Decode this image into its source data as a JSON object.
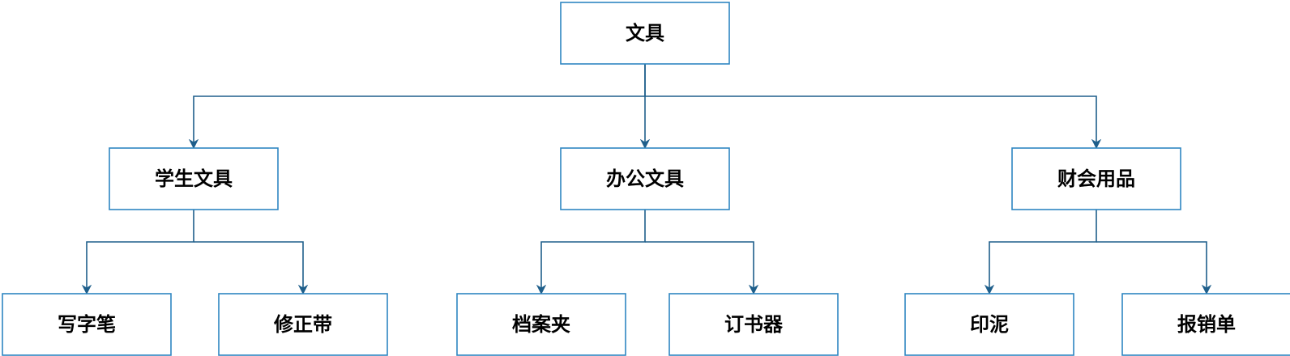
{
  "diagram": {
    "type": "tree",
    "colors": {
      "node_border": "#2e86c1",
      "edge": "#1f5f8b",
      "text": "#000000",
      "background": "#ffffff"
    },
    "root": {
      "label": "文具",
      "children": [
        {
          "label": "学生文具",
          "children": [
            {
              "label": "写字笔"
            },
            {
              "label": "修正带"
            }
          ]
        },
        {
          "label": "办公文具",
          "children": [
            {
              "label": "档案夹"
            },
            {
              "label": "订书器"
            }
          ]
        },
        {
          "label": "财会用品",
          "children": [
            {
              "label": "印泥"
            },
            {
              "label": "报销单"
            }
          ]
        }
      ]
    }
  }
}
